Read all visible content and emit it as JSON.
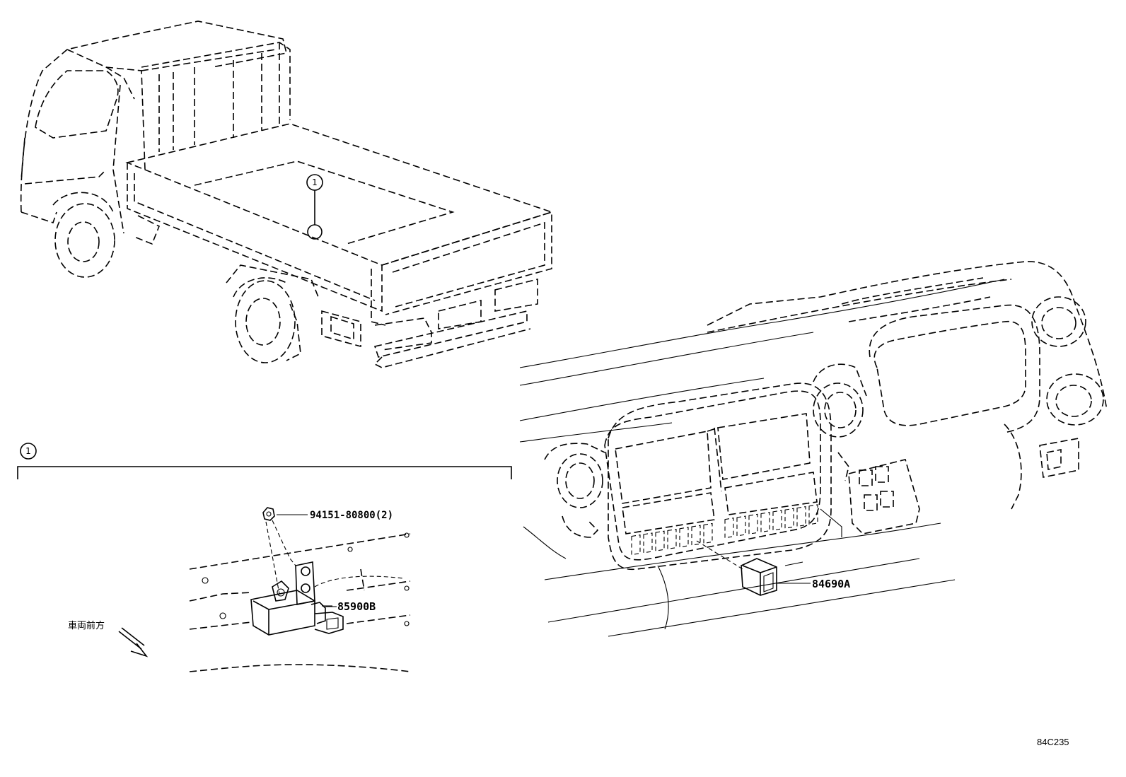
{
  "callouts": {
    "truck_marker": "1",
    "detail_marker": "1"
  },
  "parts": {
    "bolt": "94151-80800(2)",
    "sensor": "85900B",
    "switch": "84690A"
  },
  "direction_label": "車両前方",
  "drawing_code": "84C235"
}
